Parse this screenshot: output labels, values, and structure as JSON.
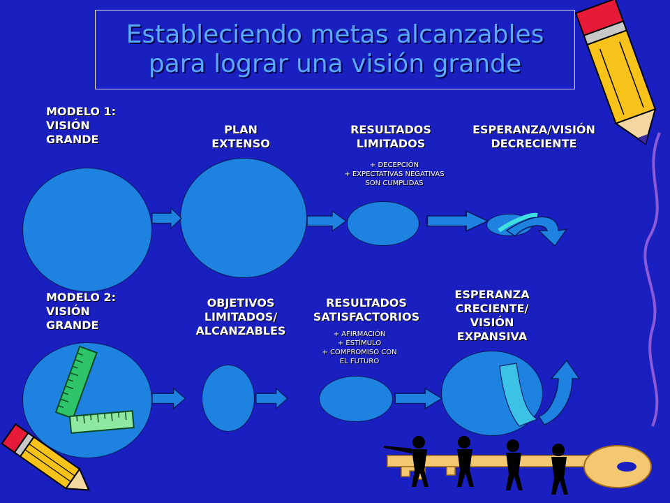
{
  "title": {
    "line1": "Estableciendo metas alcanzables",
    "line2": "para lograr una visión grande"
  },
  "model1": {
    "heading": [
      "MODELO 1:",
      "VISIÓN",
      "GRANDE"
    ],
    "plan": [
      "PLAN",
      "EXTENSO"
    ],
    "results": [
      "RESULTADOS",
      "LIMITADOS"
    ],
    "hope": [
      "ESPERANZA/VISIÓN",
      "DECRECIENTE"
    ],
    "notes": [
      "+ DECEPCIÓN",
      "+ EXPECTATIVAS NEGATIVAS",
      "SON CUMPLIDAS"
    ]
  },
  "model2": {
    "heading": [
      "MODELO 2:",
      "VISIÓN",
      "GRANDE"
    ],
    "objectives": [
      "OBJETIVOS",
      "LIMITADOS/",
      "ALCANZABLES"
    ],
    "results": [
      "RESULTADOS",
      "SATISFACTORIOS"
    ],
    "hope": [
      "ESPERANZA",
      "CRECIENTE/",
      "VISIÓN",
      "EXPANSIVA"
    ],
    "notes": [
      "+ AFIRMACIÓN",
      "+ ESTÍMULO",
      "+ COMPROMISO CON",
      "EL FUTURO"
    ]
  },
  "colors": {
    "background": "#1a1fbf",
    "circle": "#1e82e0",
    "arrow": "#1e82e0",
    "title_text": "#5aa8ff"
  },
  "icons": [
    "pencil-icon",
    "ruler-icon",
    "key-icon",
    "team-figures-icon"
  ]
}
